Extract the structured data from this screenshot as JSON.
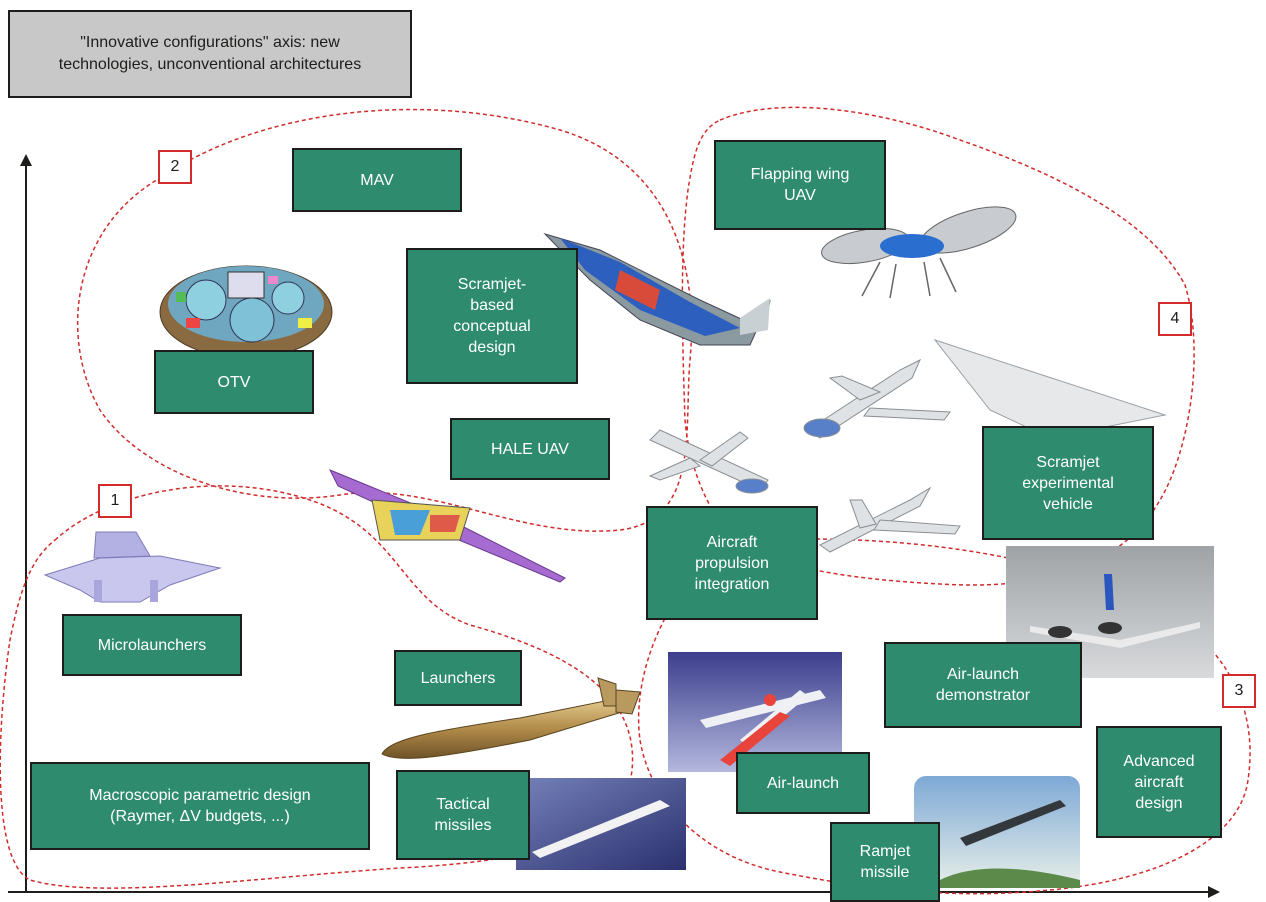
{
  "axis_box": {
    "text": "\"Innovative configurations\" axis: new technologies, unconventional architectures"
  },
  "zone_numbers": [
    "1",
    "2",
    "3",
    "4"
  ],
  "boxes": {
    "mav": "MAV",
    "otv": "OTV",
    "scramjet_conceptual": "Scramjet-\nbased\nconceptual\ndesign",
    "hale_uav": "HALE UAV",
    "flapping_wing": "Flapping wing\nUAV",
    "scramjet_experimental": "Scramjet\nexperimental\nvehicle",
    "aircraft_propulsion": "Aircraft\npropulsion\nintegration",
    "microlaunchers": "Microlaunchers",
    "launchers": "Launchers",
    "air_launch_demonstrator": "Air-launch\ndemonstrator",
    "macroscopic": "Macroscopic parametric design\n(Raymer, ΔV budgets, ...)",
    "tactical_missiles": "Tactical\nmissiles",
    "air_launch": "Air-launch",
    "advanced_aircraft": "Advanced\naircraft\ndesign",
    "ramjet_missile": "Ramjet\nmissile"
  },
  "colors": {
    "box_fill": "#2e8b6d",
    "box_border": "#1d1d1b",
    "axis_box_fill": "#c8c8c8",
    "zone_outline": "#d22b2b",
    "axis": "#1d1d1b"
  }
}
